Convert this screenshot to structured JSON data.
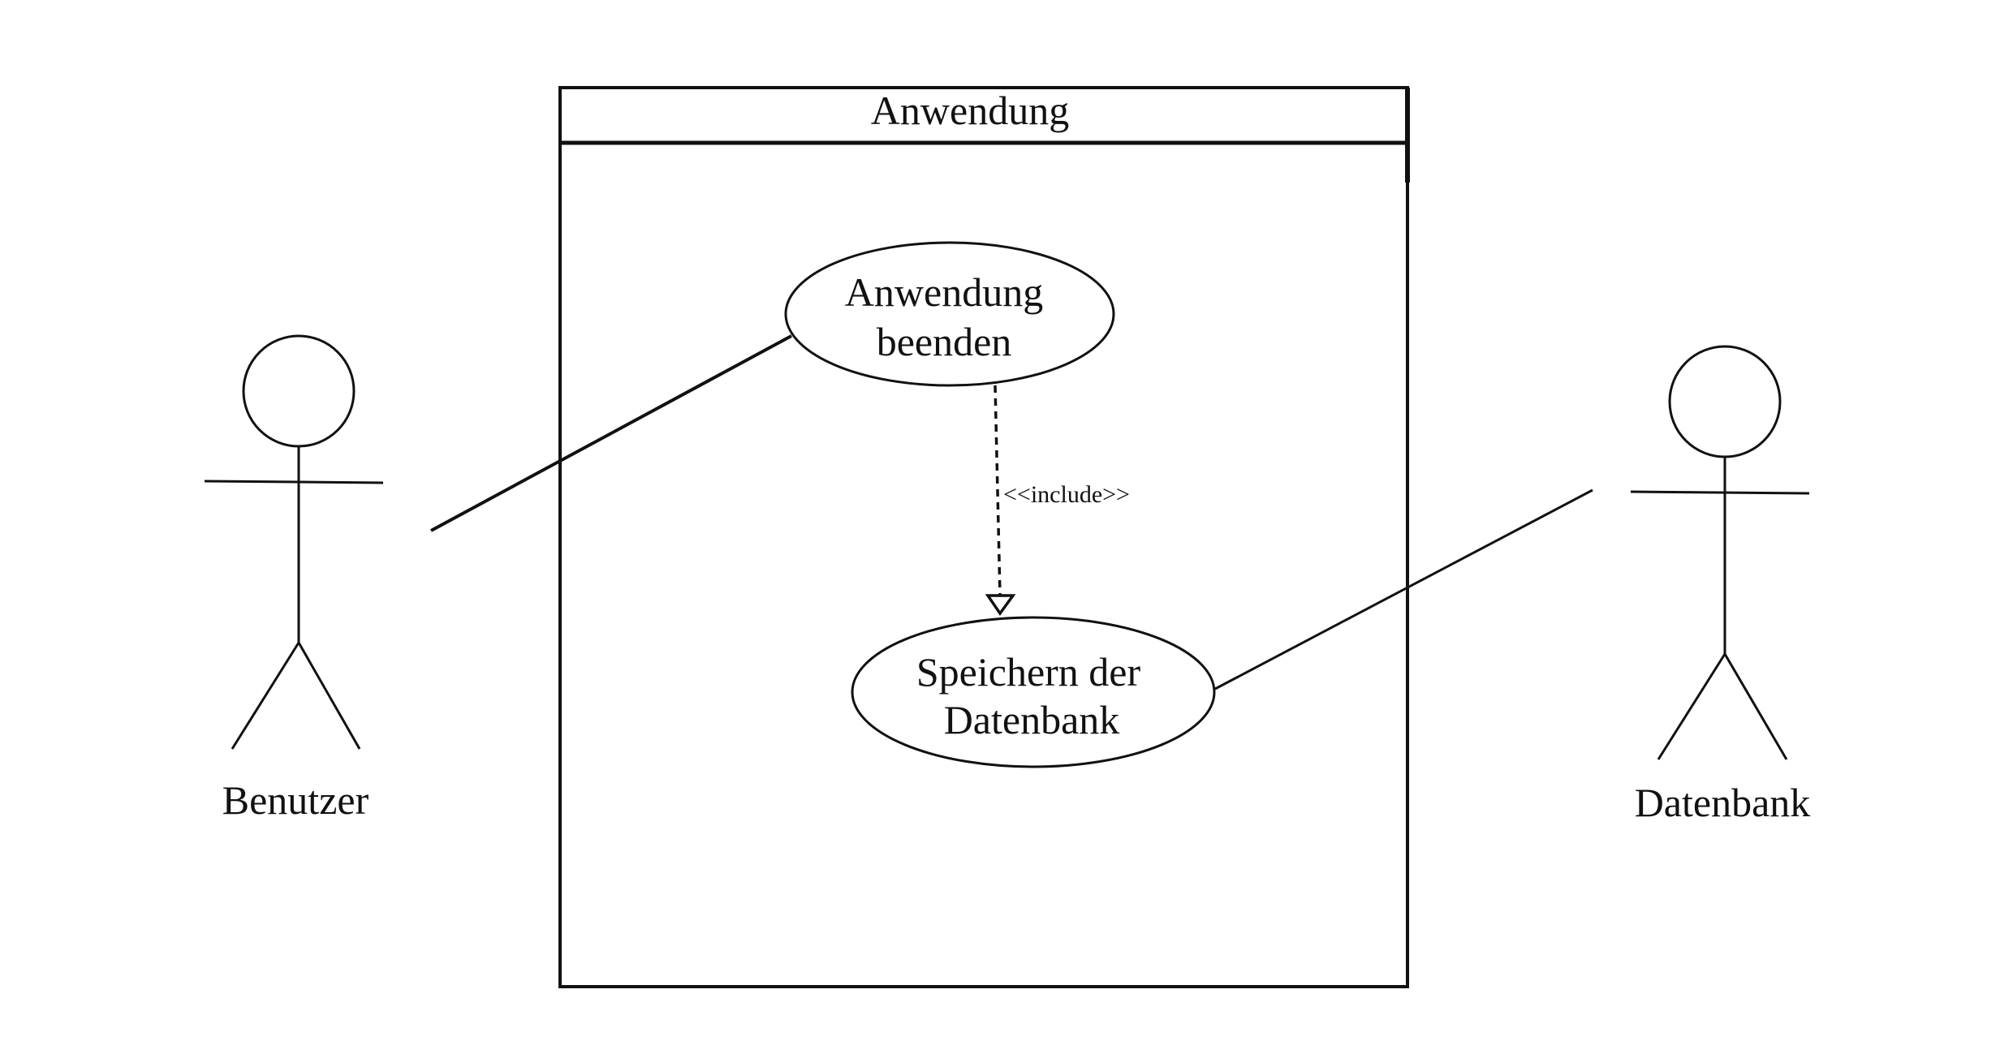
{
  "system": {
    "title": "Anwendung"
  },
  "use_cases": {
    "quit": {
      "line1": "Anwendung",
      "line2": "beenden"
    },
    "save": {
      "line1": "Speichern der",
      "line2": "Datenbank"
    }
  },
  "include_relation": {
    "label": "<<include>>"
  },
  "actors": {
    "user": {
      "label": "Benutzer"
    },
    "database": {
      "label": "Datenbank"
    }
  },
  "colors": {
    "ink": "#111111",
    "background": "#ffffff"
  }
}
